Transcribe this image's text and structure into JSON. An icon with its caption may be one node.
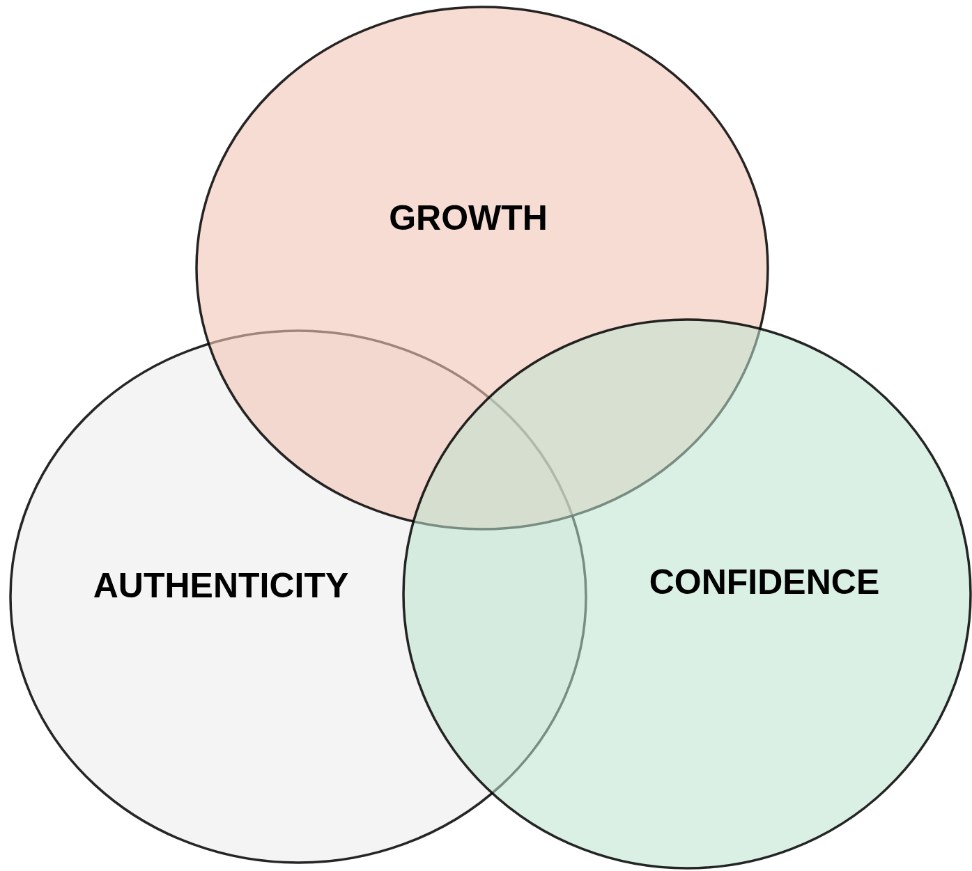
{
  "diagram": {
    "nodes": [
      {
        "text": [
          "GROWTH"
        ]
      },
      {
        "text": [
          "AUTHENTICITY"
        ]
      },
      {
        "text": [
          "CONFIDENCE"
        ]
      }
    ]
  }
}
